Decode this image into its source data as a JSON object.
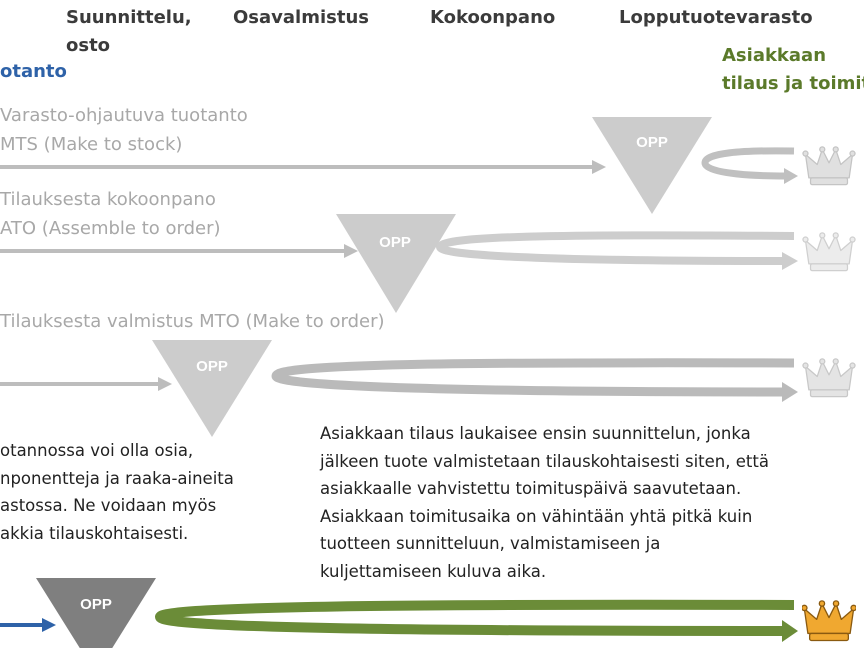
{
  "header": {
    "col1": [
      "Suunnittelu,",
      "osto"
    ],
    "col2": "Osavalmistus",
    "col3": "Kokoonpano",
    "col4": "Lopputuotevarasto"
  },
  "left_label": "otanto",
  "right_label": [
    "Asiakkaan",
    "tilaus ja toimit"
  ],
  "strategies": {
    "mts": [
      "Varasto-ohjautuva tuotanto",
      "MTS (Make to stock)"
    ],
    "ato": [
      "Tilauksesta kokoonpano",
      "ATO (Assemble to order)"
    ],
    "mto": "Tilauksesta valmistus  MTO (Make to order)"
  },
  "opp_label": "OPP",
  "note_left": [
    "otannossa voi olla osia,",
    "nponentteja ja raaka-aineita",
    "astossa. Ne voidaan myös",
    "akkia tilauskohtaisesti."
  ],
  "note_right": [
    "Asiakkaan tilaus laukaisee ensin suunnittelun, jonka",
    "jälkeen tuote valmistetaan tilauskohtaisesti siten, että",
    "asiakkaalle vahvistettu toimituspäivä saavutetaan.",
    "Asiakkaan toimitusaika on vähintään yhtä pitkä kuin",
    "tuotteen sunnitteluun, valmistamiseen ja",
    "kuljettamiseen kuluva aika."
  ],
  "colors": {
    "header_text": "#3b3b3b",
    "blue": "#2e62a8",
    "green": "#5b7a2a",
    "gray_text": "#a8a8a8",
    "triangle": "#cccccc",
    "green_arrow": "#6b8c38",
    "crown": "#f0a830"
  },
  "icons": [
    "crown-icon"
  ]
}
